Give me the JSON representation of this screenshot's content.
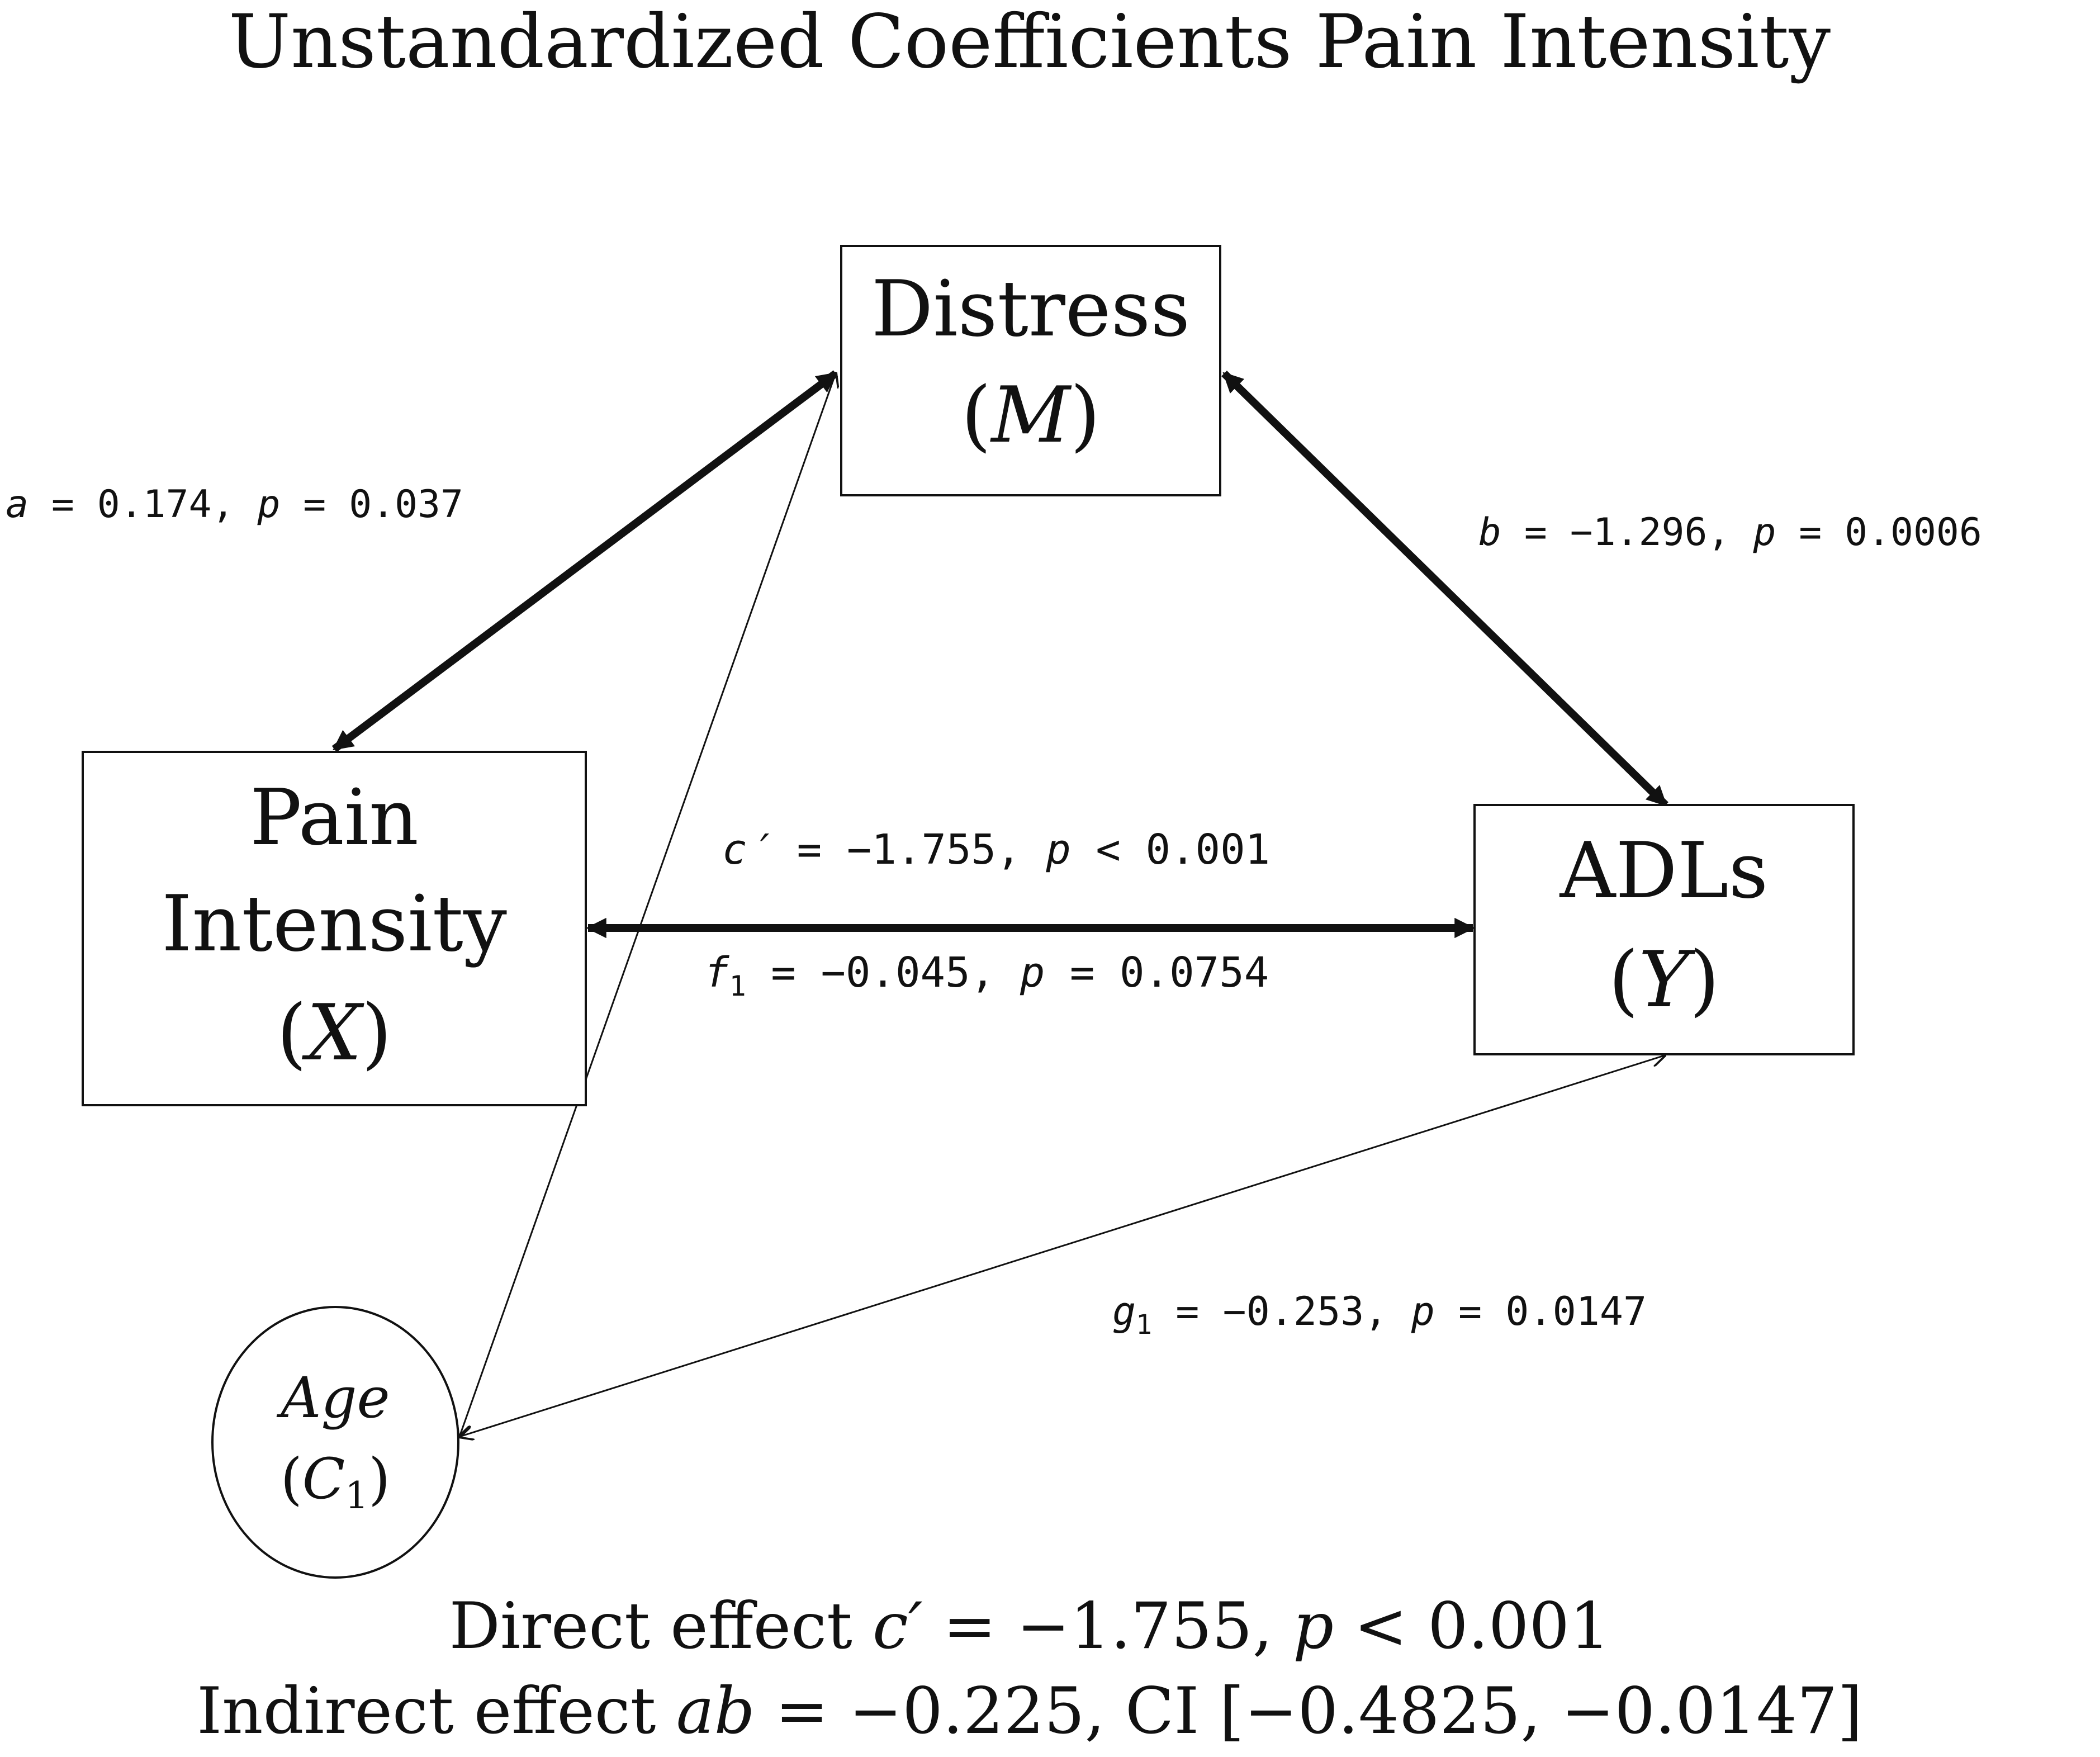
{
  "title": "Unstandardized Coefficients Pain Intensity",
  "nodes": {
    "mediator": {
      "line1": "Distress",
      "symbol": "M"
    },
    "predictor": {
      "line1": "Pain",
      "line2": "Intensity",
      "symbol": "X"
    },
    "outcome": {
      "line1": "ADLs",
      "symbol": "Y"
    },
    "covariate": {
      "line1": "Age",
      "symbol": "C",
      "subscript": "1"
    }
  },
  "paths": {
    "a": {
      "name": "a",
      "value": "0.174",
      "p_rel": "=",
      "p": "0.037"
    },
    "b": {
      "name": "b",
      "value": "−1.296",
      "p_rel": "=",
      "p": "0.0006"
    },
    "c_prime": {
      "name": "c′",
      "value": "−1.755",
      "p_rel": "<",
      "p": "0.001"
    },
    "f1": {
      "name": "f",
      "sub": "1",
      "value": "−0.045",
      "p_rel": "=",
      "p": "0.0754"
    },
    "g1": {
      "name": "g",
      "sub": "1",
      "value": "−0.253",
      "p_rel": "=",
      "p": "0.0147"
    }
  },
  "summary": {
    "direct_label": "Direct effect",
    "direct_symbol": "c′",
    "direct_value": "−1.755",
    "direct_p_rel": "<",
    "direct_p": "0.001",
    "indirect_label": "Indirect effect",
    "indirect_symbol": "ab",
    "indirect_value": "−0.225",
    "ci_label": "CI",
    "ci_low": "−0.4825",
    "ci_high": "−0.0147"
  }
}
